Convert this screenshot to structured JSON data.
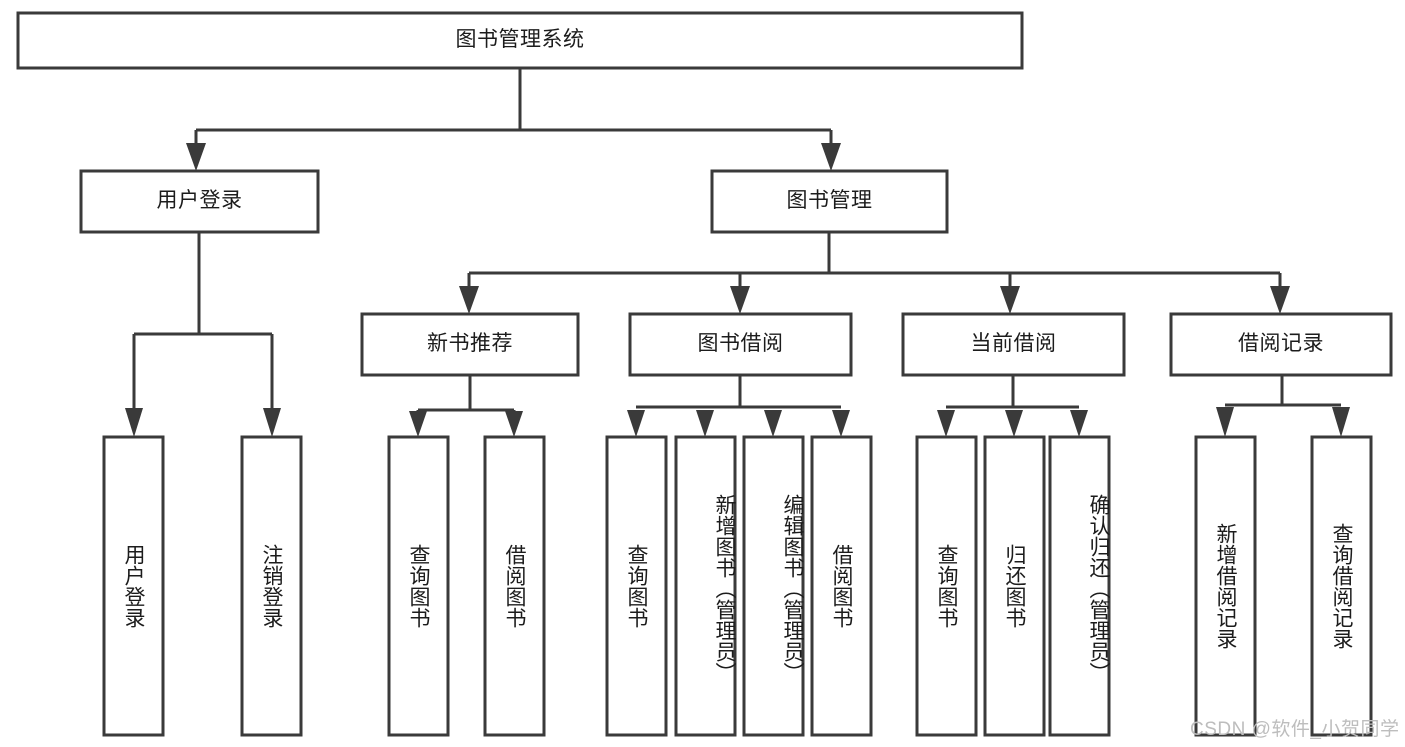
{
  "diagram": {
    "type": "tree-hierarchy",
    "title": "图书管理系统",
    "root": {
      "label": "图书管理系统",
      "level": 1
    },
    "level2": [
      {
        "label": "用户登录"
      },
      {
        "label": "图书管理"
      }
    ],
    "level3": [
      {
        "label": "新书推荐"
      },
      {
        "label": "图书借阅"
      },
      {
        "label": "当前借阅"
      },
      {
        "label": "借阅记录"
      }
    ],
    "leaves": {
      "user_login": [
        {
          "label": "用户登录"
        },
        {
          "label": "注销登录"
        }
      ],
      "new_book_recommend": [
        {
          "label": "查询图书"
        },
        {
          "label": "借阅图书"
        }
      ],
      "book_borrow": [
        {
          "label": "查询图书"
        },
        {
          "label": "新增图书（管理员）"
        },
        {
          "label": "编辑图书（管理员）"
        },
        {
          "label": "借阅图书"
        }
      ],
      "current_borrow": [
        {
          "label": "查询图书"
        },
        {
          "label": "归还图书"
        },
        {
          "label": "确认归还（管理员）"
        }
      ],
      "borrow_record": [
        {
          "label": "新增借阅记录"
        },
        {
          "label": "查询借阅记录"
        }
      ]
    },
    "watermark": "CSDN @软件_小贺同学",
    "colors": {
      "stroke": "#3a3a3a",
      "fill": "#ffffff",
      "text": "#1c1c1c",
      "watermark": "#bdbdbd"
    }
  }
}
